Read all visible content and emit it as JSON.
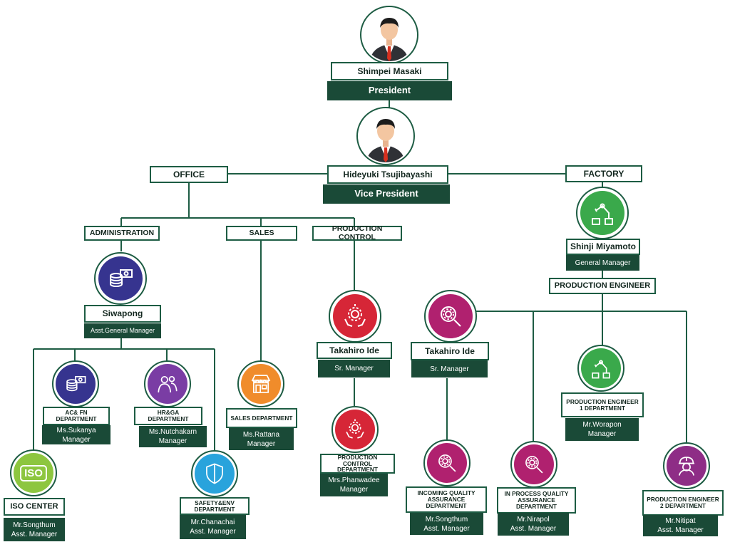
{
  "colors": {
    "dark_green": "#1a4a37",
    "line_green": "#1d5c43",
    "finance_blue": "#36348f",
    "hr_purple": "#7a3da4",
    "sales_orange": "#f08c2b",
    "safety_blue": "#29a3dc",
    "iso_green": "#8dc63f",
    "production_red": "#d62637",
    "quality_magenta": "#b0216f",
    "engineer_green": "#3aa94b",
    "engineer2_purple": "#8e2d86"
  },
  "president": {
    "name": "Shimpei  Masaki",
    "title": "President",
    "icon": "businessman-avatar-icon"
  },
  "vice_president": {
    "name": "Hideyuki Tsujibayashi",
    "title": "Vice President",
    "icon": "businessman-avatar-icon"
  },
  "office": {
    "label": "OFFICE"
  },
  "factory": {
    "label": "FACTORY"
  },
  "administration": {
    "label": "ADMINISTRATION"
  },
  "sales": {
    "label": "SALES"
  },
  "production_control": {
    "label": "PRODUCTION CONTROL"
  },
  "siwapong": {
    "name": "Siwapong",
    "title": "Asst.General Manager",
    "icon": "money-coins-icon"
  },
  "shinji": {
    "name": "Shinji Miyamoto",
    "title": "General Manager",
    "icon": "robot-arm-icon"
  },
  "production_engineer": {
    "label": "PRODUCTION ENGINEER"
  },
  "takahiro_pc": {
    "name": "Takahiro Ide",
    "title": "Sr. Manager",
    "icon": "gear-hands-icon"
  },
  "takahiro_qa": {
    "name": "Takahiro Ide",
    "title": "Sr. Manager",
    "icon": "magnifier-gear-icon"
  },
  "acfn": {
    "dept": "AC& FN DEPARTMENT",
    "person": "Ms.Sukanya",
    "title": "Manager",
    "icon": "money-coins-icon"
  },
  "hrga": {
    "dept": "HR&GA DEPARTMENT",
    "person": "Ms.Nutchakarn",
    "title": "Manager",
    "icon": "people-icon"
  },
  "sales_dept": {
    "dept": "SALES DEPARTMENT",
    "person": "Ms.Rattana",
    "title": "Manager",
    "icon": "shop-icon"
  },
  "iso": {
    "dept": "ISO CENTER",
    "person": "Mr.Songthum",
    "title": "Asst. Manager",
    "icon_text": "ISO",
    "icon": "iso-badge-icon"
  },
  "safety": {
    "dept": "SAFETY&ENV DEPARTMENT",
    "person": "Mr.Chanachai",
    "title": "Asst. Manager",
    "icon": "shield-icon"
  },
  "pc_dept": {
    "dept": "PRODUCTION CONTROL DEPARTMENT",
    "person": "Mrs.Phanwadee",
    "title": "Manager",
    "icon": "gear-hands-icon"
  },
  "iqa": {
    "dept": "INCOMING QUALITY ASSURANCE DEPARTMENT",
    "person": "Mr.Songthum",
    "title": "Asst. Manager",
    "icon": "magnifier-gear-icon"
  },
  "ipqa": {
    "dept": "IN PROCESS QUALITY ASSURANCE DEPARTMENT",
    "person": "Mr.Nirapol",
    "title": "Asst. Manager",
    "icon": "magnifier-gear-icon"
  },
  "pe1": {
    "dept": "PRODUCTION ENGINEER 1 DEPARTMENT",
    "person": "Mr.Worapon",
    "title": "Manager",
    "icon": "robot-arm-icon"
  },
  "pe2": {
    "dept": "PRODUCTION ENGINEER 2 DEPARTMENT",
    "person": "Mr.Nitipat",
    "title": "Asst. Manager",
    "icon": "engineer-helmet-icon"
  }
}
